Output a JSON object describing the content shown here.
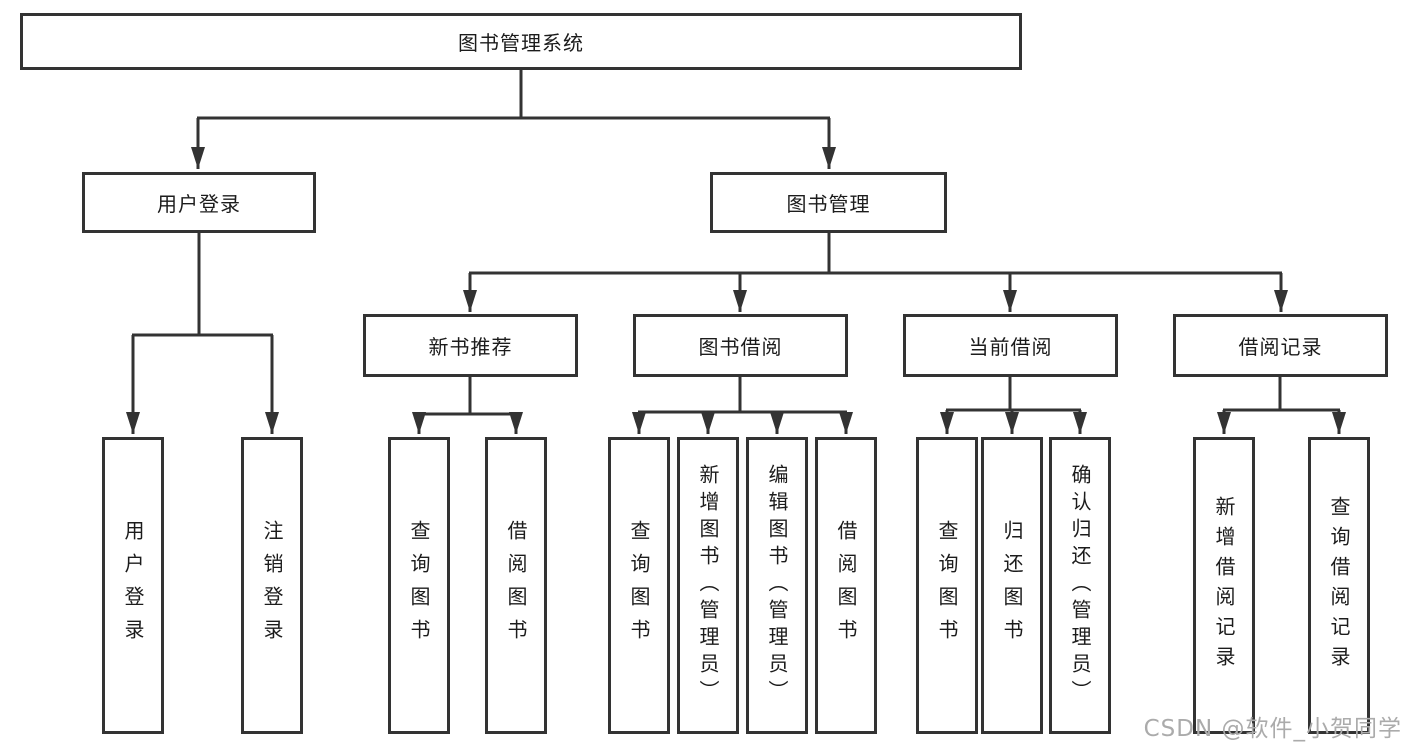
{
  "diagram_type": "hierarchy-tree",
  "colors": {
    "line": "#333333",
    "box_border": "#333333",
    "box_fill": "#ffffff",
    "text": "#1c1c1c",
    "watermark": "#ababab",
    "background": "#ffffff"
  },
  "tree": {
    "root": {
      "label": "图书管理系统"
    },
    "branches": [
      {
        "label": "用户登录",
        "children": [
          {
            "label": "用户登录"
          },
          {
            "label": "注销登录"
          }
        ]
      },
      {
        "label": "图书管理",
        "children": [
          {
            "label": "新书推荐",
            "children": [
              {
                "label": "查询图书"
              },
              {
                "label": "借阅图书"
              }
            ]
          },
          {
            "label": "图书借阅",
            "children": [
              {
                "label": "查询图书"
              },
              {
                "label": "新增图书（管理员）"
              },
              {
                "label": "编辑图书（管理员）"
              },
              {
                "label": "借阅图书"
              }
            ]
          },
          {
            "label": "当前借阅",
            "children": [
              {
                "label": "查询图书"
              },
              {
                "label": "归还图书"
              },
              {
                "label": "确认归还（管理员）"
              }
            ]
          },
          {
            "label": "借阅记录",
            "children": [
              {
                "label": "新增借阅记录"
              },
              {
                "label": "查询借阅记录"
              }
            ]
          }
        ]
      }
    ]
  },
  "watermark": {
    "text": "CSDN @软件_小贺同学"
  }
}
